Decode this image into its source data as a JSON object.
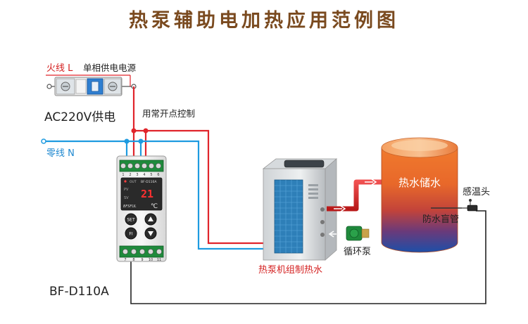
{
  "title": "热泵辅助电加热应用范例图",
  "labels": {
    "live_wire": "火线 L",
    "single_phase": "单相供电电源",
    "ac_supply": "AC220V供电",
    "normally_open": "用常开点控制",
    "neutral_wire": "零线 N",
    "model": "BF-D110A",
    "heat_pump": "热泵机组制热水",
    "circ_pump": "循环泵",
    "tank": "热水储水",
    "sensor": "感温头",
    "blind_pipe": "防水盲管"
  },
  "controller": {
    "display_value": "21",
    "unit": "℃",
    "brand": "BFSFUL",
    "model_badge": "BF-D110A",
    "top_terminals": [
      "1",
      "2",
      "3",
      "4",
      "5",
      "6"
    ],
    "bottom_terminals": [
      "7",
      "8",
      "9",
      "10",
      "11"
    ],
    "set_label": "SET",
    "fi_label": "FI",
    "row_labels": [
      "PV",
      "SV"
    ],
    "out_label": "OUT"
  },
  "colors": {
    "title": "#7a4a1f",
    "live": "#e0242b",
    "neutral": "#1e9be0",
    "sensor_wire": "#222222",
    "tank_top": "#e8602a",
    "tank_bottom": "#1d4fa8"
  },
  "icons": {
    "breaker": "circuit-breaker-icon",
    "terminal": "screw-terminal-icon"
  }
}
